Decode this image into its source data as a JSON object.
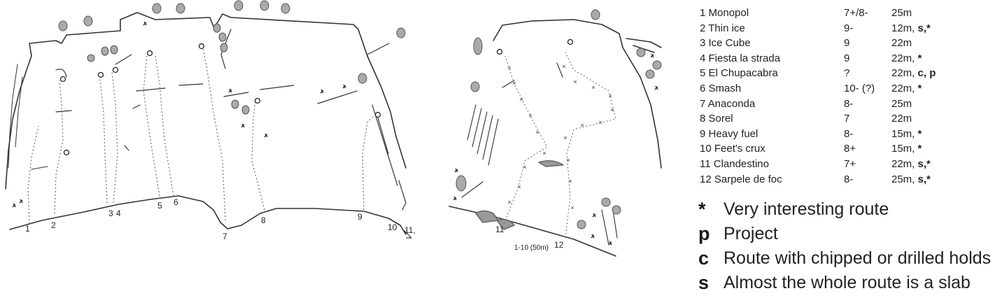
{
  "topo_labels": {
    "left_wall": [
      "1",
      "2",
      "3",
      "4",
      "5",
      "6",
      "7",
      "8",
      "9",
      "10",
      "11,"
    ],
    "right_wall": [
      "11",
      "12"
    ],
    "rappel_note": "1-10 (50m)"
  },
  "routes": [
    {
      "name": "1 Monopol",
      "grade": "7+/8-",
      "length": "25m",
      "tags": ""
    },
    {
      "name": "2 Thin ice",
      "grade": "9-",
      "length": "12m,",
      "tags": "s,*"
    },
    {
      "name": "3 Ice Cube",
      "grade": "9",
      "length": "22m",
      "tags": ""
    },
    {
      "name": "4 Fiesta la strada",
      "grade": "9",
      "length": "22m,",
      "tags": "*"
    },
    {
      "name": "5 El Chupacabra",
      "grade": "?",
      "length": "22m,",
      "tags": "c, p"
    },
    {
      "name": "6 Smash",
      "grade": "10- (?)",
      "length": "22m,",
      "tags": "*"
    },
    {
      "name": "7 Anaconda",
      "grade": "8-",
      "length": "25m",
      "tags": ""
    },
    {
      "name": "8 Sorel",
      "grade": "7",
      "length": "22m",
      "tags": ""
    },
    {
      "name": "9 Heavy fuel",
      "grade": "8-",
      "length": "15m,",
      "tags": "*"
    },
    {
      "name": "10 Feet's crux",
      "grade": "8+",
      "length": "15m,",
      "tags": "*"
    },
    {
      "name": "11 Clandestino",
      "grade": "7+",
      "length": "22m,",
      "tags": "s,*"
    },
    {
      "name": "12 Sarpele de foc",
      "grade": "8-",
      "length": "25m,",
      "tags": "s,*"
    }
  ],
  "legend": [
    {
      "symbol": "*",
      "text": "Very interesting route"
    },
    {
      "symbol": "p",
      "text": "Project"
    },
    {
      "symbol": "c",
      "text": "Route with chipped or drilled holds"
    },
    {
      "symbol": "s",
      "text": "Almost  the whole route is a slab"
    }
  ]
}
